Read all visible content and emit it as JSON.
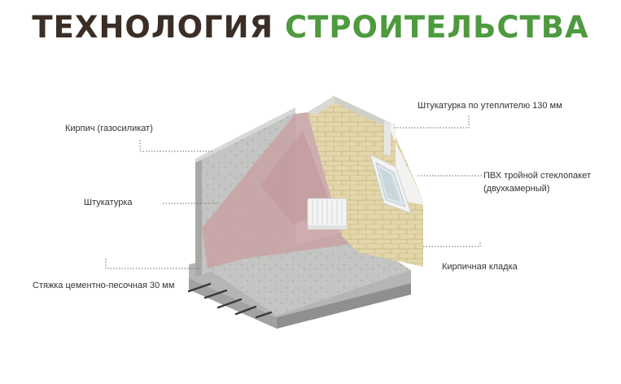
{
  "header": {
    "title_word1": "ТЕХНОЛОГИЯ",
    "title_word2": "СТРОИТЕЛЬСТВА"
  },
  "labels": {
    "brick_gas_silicate": "Кирпич (газосиликат)",
    "plaster": "Штукатурка",
    "screed": "Стяжка цементно-песочная 30 мм",
    "plaster_insulation": "Штукатурка по утеплителю 130 мм",
    "pvc_window_line1": "ПВХ тройной стеклопакет",
    "pvc_window_line2": "(двухкамерный)",
    "brick_masonry": "Кирпичная кладка"
  },
  "colors": {
    "title_dark": "#3b2e26",
    "title_green": "#4e9a3e",
    "concrete": "#bdbdbb",
    "plaster_pink": "#c9a4a6",
    "brick": "#e0d3a6",
    "leader_line": "#6a6a6a"
  }
}
